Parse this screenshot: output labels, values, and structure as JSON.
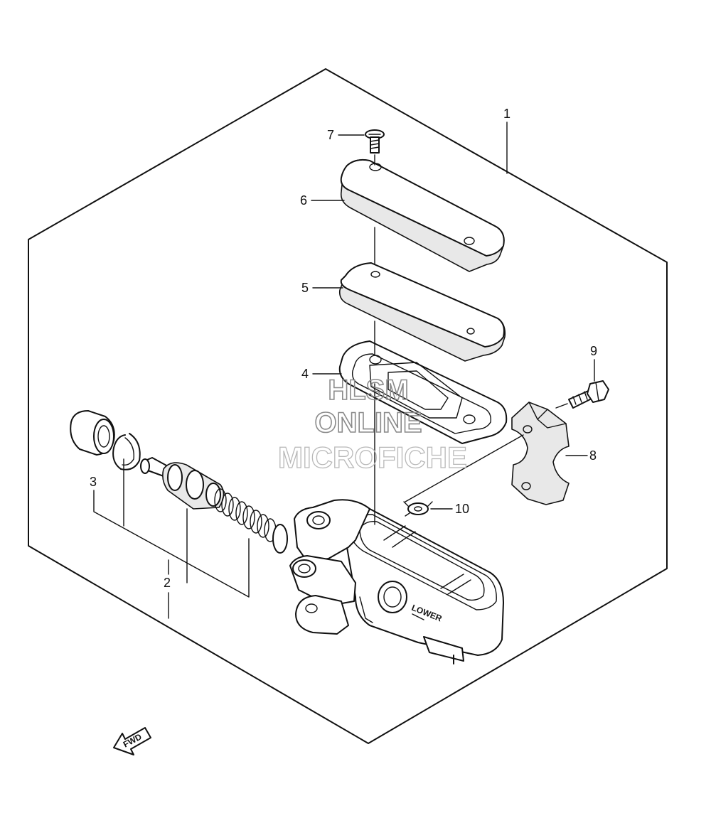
{
  "callouts": [
    {
      "id": "part-1",
      "label": "1"
    },
    {
      "id": "part-2",
      "label": "2"
    },
    {
      "id": "part-3",
      "label": "3"
    },
    {
      "id": "part-4",
      "label": "4"
    },
    {
      "id": "part-5",
      "label": "5"
    },
    {
      "id": "part-6",
      "label": "6"
    },
    {
      "id": "part-7",
      "label": "7"
    },
    {
      "id": "part-8",
      "label": "8"
    },
    {
      "id": "part-9",
      "label": "9"
    },
    {
      "id": "part-10",
      "label": "10"
    }
  ],
  "watermark": {
    "line1": "HLSM",
    "line2": "ONLINE",
    "line3": "MICROFICHE"
  },
  "body_stamp": "LOWER",
  "direction_arrow": "FWD",
  "colors": {
    "ink": "#111111",
    "watermark": "#8a8a8a",
    "background": "#ffffff"
  }
}
